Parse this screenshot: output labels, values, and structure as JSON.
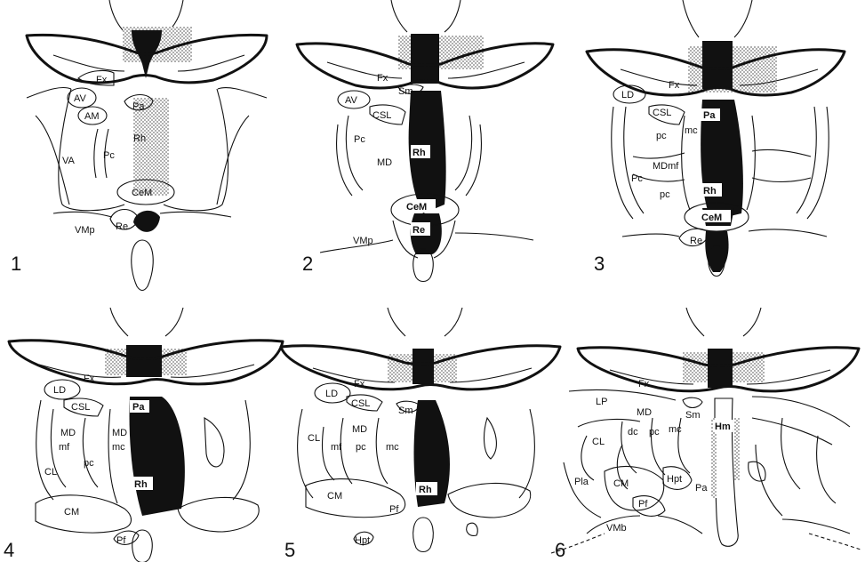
{
  "panels": [
    {
      "number": "1",
      "labels": {
        "fx": "Fx",
        "av": "AV",
        "am": "AM",
        "pa": "Pa",
        "rh": "Rh",
        "va": "VA",
        "pc": "Pc",
        "cem": "CeM",
        "vmp": "VMp",
        "re": "Re"
      }
    },
    {
      "number": "2",
      "labels": {
        "fx": "Fx",
        "sm": "Sm",
        "av": "AV",
        "csl": "CSL",
        "pc": "Pc",
        "md": "MD",
        "rh": "Rh",
        "cem": "CeM",
        "vmp": "VMp",
        "re": "Re"
      }
    },
    {
      "number": "3",
      "labels": {
        "fx": "Fx",
        "ld": "LD",
        "csl": "CSL",
        "pa": "Pa",
        "pc_upper": "pc",
        "mc": "mc",
        "mdmf": "MDmf",
        "pc_cap": "Pc",
        "pc_lower": "pc",
        "rh": "Rh",
        "cem": "CeM",
        "re": "Re"
      }
    },
    {
      "number": "4",
      "labels": {
        "fx": "Fx",
        "ld": "LD",
        "csl": "CSL",
        "pa": "Pa",
        "md_left": "MD",
        "mf": "mf",
        "md_right": "MD",
        "mc": "mc",
        "pc": "pc",
        "cl": "CL",
        "rh": "Rh",
        "cm": "CM",
        "pf": "Pf"
      }
    },
    {
      "number": "5",
      "labels": {
        "fx": "Fx",
        "ld": "LD",
        "csl": "CSL",
        "sm": "Sm",
        "cl": "CL",
        "md": "MD",
        "mf": "mf",
        "pc": "pc",
        "mc": "mc",
        "cm": "CM",
        "rh": "Rh",
        "pf": "Pf",
        "hpt": "Hpt"
      }
    },
    {
      "number": "6",
      "labels": {
        "fx": "Fx",
        "lp": "LP",
        "md": "MD",
        "sm": "Sm",
        "dc": "dc",
        "pc": "pc",
        "mc": "mc",
        "hm": "Hm",
        "cl": "CL",
        "pla": "Pla",
        "cm": "CM",
        "hpt": "Hpt",
        "pf": "Pf",
        "pa": "Pa",
        "vmb": "VMb"
      }
    }
  ],
  "colors": {
    "ink": "#111111",
    "stipple": "#9a9a9a",
    "paper": "#ffffff"
  }
}
